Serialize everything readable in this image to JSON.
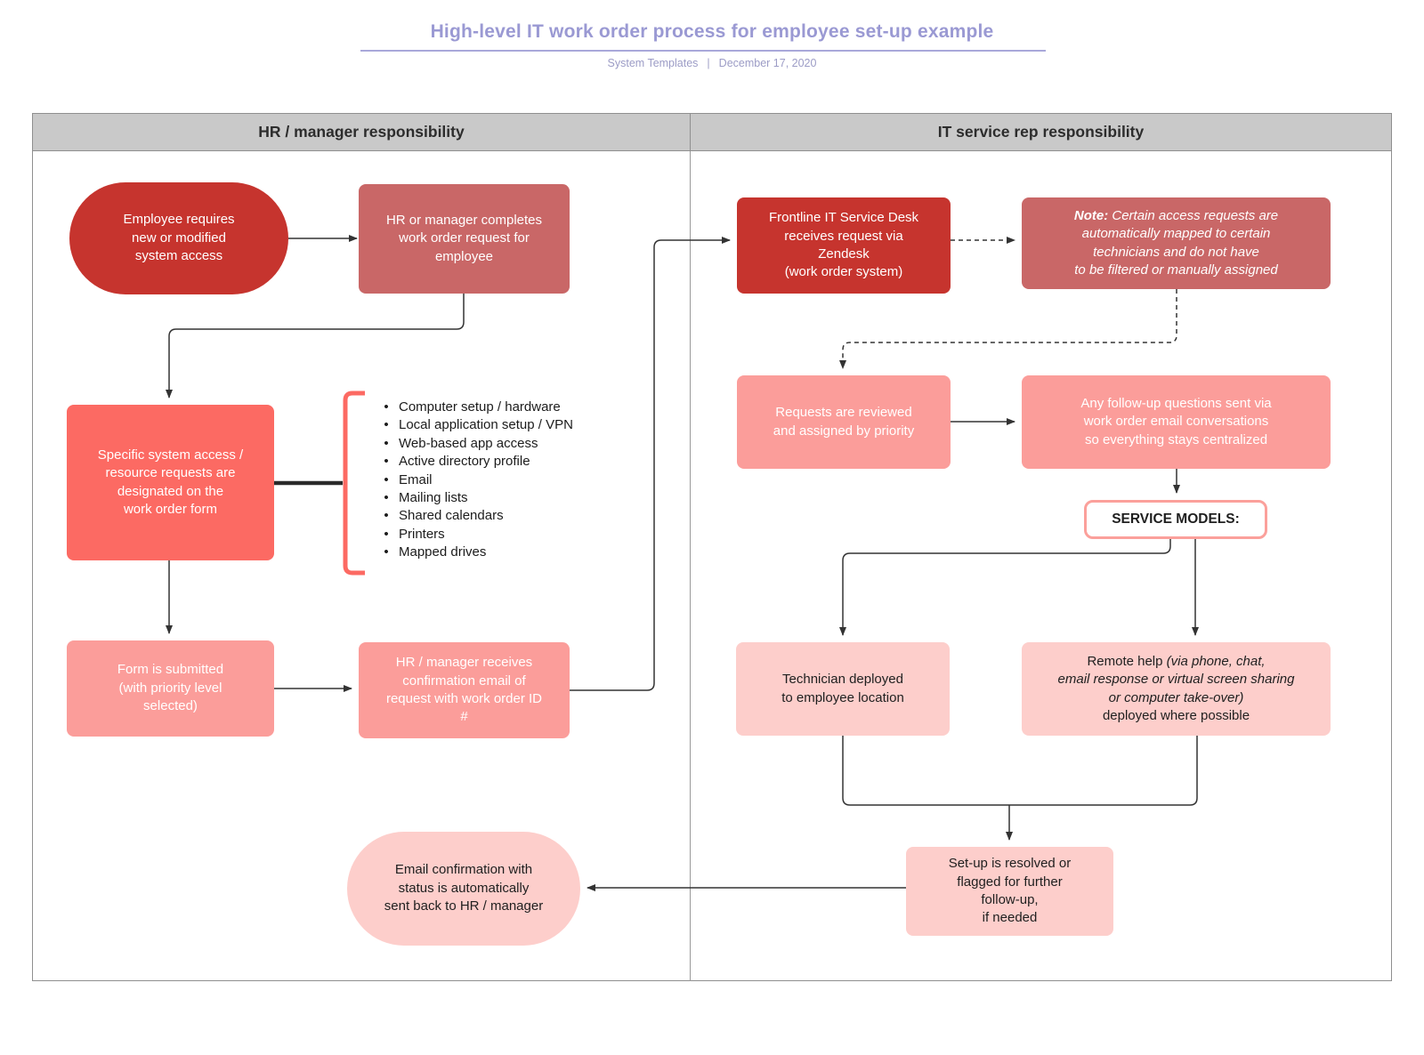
{
  "header": {
    "title": "High-level IT work order process for employee set-up example",
    "brand": "System Templates",
    "separator": "|",
    "date": "December 17, 2020"
  },
  "lanes": {
    "left": "HR / manager responsibility",
    "right": "IT service rep responsibility"
  },
  "nodes": {
    "employee_requires": "Employee requires\nnew or modified\nsystem access",
    "hr_completes": "HR or manager completes\nwork order request for\nemployee",
    "specific_access": "Specific system access /\nresource requests are\ndesignated on the\nwork order form",
    "form_submitted": "Form is submitted\n(with priority level\nselected)",
    "hr_receives": "HR / manager receives\nconfirmation email of\nrequest with work order ID\n#",
    "email_confirmation": "Email confirmation with\nstatus is automatically\nsent back to HR / manager",
    "frontline_desk": "Frontline IT Service Desk\nreceives request via\nZendesk\n(work order system)",
    "note_prefix": "Note:",
    "note_body": " Certain access requests are\nautomatically mapped to certain\ntechnicians and do not have\nto be filtered or manually assigned",
    "requests_reviewed": "Requests are reviewed\nand assigned by priority",
    "follow_up": "Any follow-up questions sent via\nwork order email conversations\nso everything stays centralized",
    "service_models": "SERVICE MODELS:",
    "technician_deployed": "Technician deployed\nto employee location",
    "remote_help_1": "Remote help ",
    "remote_help_2": "(via phone, chat,\nemail response or virtual screen sharing\nor computer take-over)",
    "remote_help_3": "\ndeployed where possible",
    "setup_resolved": "Set-up is resolved or\nflagged for further\nfollow-up,\nif needed"
  },
  "checklist": {
    "items": [
      "Computer setup / hardware",
      "Local application setup / VPN",
      "Web-based app access",
      "Active directory profile",
      "Email",
      "Mailing lists",
      "Shared calendars",
      "Printers",
      "Mapped drives"
    ]
  },
  "colors": {
    "dark_red": "#c6342e",
    "rose": "#c96767",
    "coral": "#fc6a63",
    "pink": "#fb9d9a",
    "light_pink": "#fdcecb",
    "service_border": "#fba09b",
    "title_purple": "#9a99d3",
    "lane_gray": "#c9c9c9"
  }
}
